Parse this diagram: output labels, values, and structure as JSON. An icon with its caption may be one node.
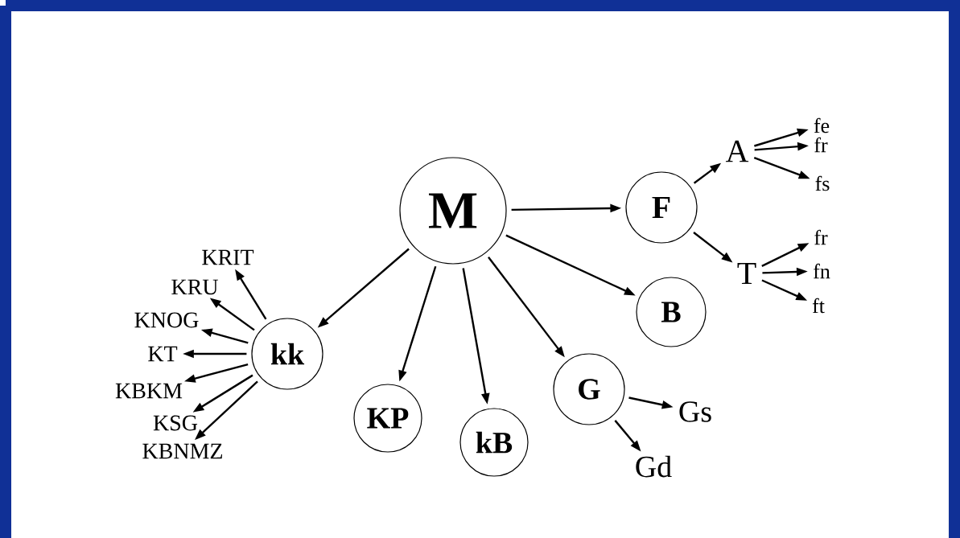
{
  "diagram": {
    "nodes": [
      {
        "text": [
          "M"
        ]
      },
      {
        "text": [
          "F"
        ]
      },
      {
        "text": [
          "A"
        ]
      },
      {
        "text": [
          "fe"
        ]
      },
      {
        "text": [
          "fr"
        ]
      },
      {
        "text": [
          "fs"
        ]
      },
      {
        "text": [
          "T"
        ]
      },
      {
        "text": [
          "fr"
        ]
      },
      {
        "text": [
          "fn"
        ]
      },
      {
        "text": [
          "ft"
        ]
      },
      {
        "text": [
          "B"
        ]
      },
      {
        "text": [
          "kk"
        ]
      },
      {
        "text": [
          "KRIT"
        ]
      },
      {
        "text": [
          "KRU"
        ]
      },
      {
        "text": [
          "KNOG"
        ]
      },
      {
        "text": [
          "KT"
        ]
      },
      {
        "text": [
          "KBKM"
        ]
      },
      {
        "text": [
          "KSG"
        ]
      },
      {
        "text": [
          "KBNMZ"
        ]
      },
      {
        "text": [
          "KP"
        ]
      },
      {
        "text": [
          "kB"
        ]
      },
      {
        "text": [
          "G"
        ]
      },
      {
        "text": [
          "Gs"
        ]
      },
      {
        "text": [
          "Gd"
        ]
      }
    ],
    "edges": [
      {
        "from": 0,
        "to": 11,
        "arrow": "to"
      },
      {
        "from": 0,
        "to": 19,
        "arrow": "to"
      },
      {
        "from": 0,
        "to": 20,
        "arrow": "to"
      },
      {
        "from": 0,
        "to": 21,
        "arrow": "to"
      },
      {
        "from": 0,
        "to": 10,
        "arrow": "to"
      },
      {
        "from": 0,
        "to": 1,
        "arrow": "to"
      },
      {
        "from": 1,
        "to": 2,
        "arrow": "to"
      },
      {
        "from": 1,
        "to": 6,
        "arrow": "to"
      },
      {
        "from": 2,
        "to": 3,
        "arrow": "to"
      },
      {
        "from": 2,
        "to": 4,
        "arrow": "to"
      },
      {
        "from": 2,
        "to": 5,
        "arrow": "to"
      },
      {
        "from": 6,
        "to": 7,
        "arrow": "to"
      },
      {
        "from": 6,
        "to": 8,
        "arrow": "to"
      },
      {
        "from": 6,
        "to": 9,
        "arrow": "to"
      },
      {
        "from": 11,
        "to": 12,
        "arrow": "to"
      },
      {
        "from": 11,
        "to": 13,
        "arrow": "to"
      },
      {
        "from": 11,
        "to": 14,
        "arrow": "to"
      },
      {
        "from": 11,
        "to": 15,
        "arrow": "to"
      },
      {
        "from": 11,
        "to": 16,
        "arrow": "to"
      },
      {
        "from": 11,
        "to": 17,
        "arrow": "to"
      },
      {
        "from": 11,
        "to": 18,
        "arrow": "to"
      },
      {
        "from": 21,
        "to": 22,
        "arrow": "to"
      },
      {
        "from": 21,
        "to": 23,
        "arrow": "to"
      }
    ]
  }
}
